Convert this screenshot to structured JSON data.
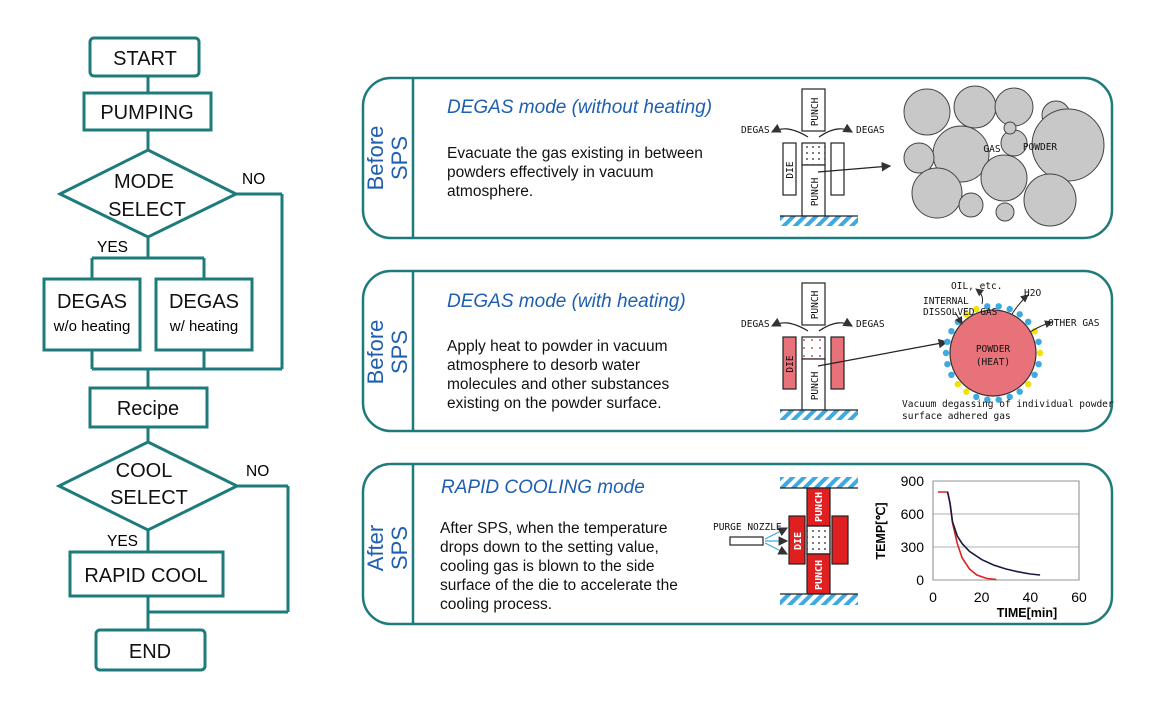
{
  "flowchart": {
    "start": "START",
    "pumping": "PUMPING",
    "mode_select_line1": "MODE",
    "mode_select_line2": "SELECT",
    "no_1": "NO",
    "yes_1": "YES",
    "degas_wo_line1": "DEGAS",
    "degas_wo_line2": "w/o heating",
    "degas_w_line1": "DEGAS",
    "degas_w_line2": "w/ heating",
    "recipe": "Recipe",
    "cool_select_line1": "COOL",
    "cool_select_line2": "SELECT",
    "no_2": "NO",
    "yes_2": "YES",
    "rapid_cool": "RAPID COOL",
    "end": "END"
  },
  "panels": [
    {
      "side_line1": "Before",
      "side_line2": "SPS",
      "title": "DEGAS mode (without heating)",
      "body_lines": [
        "Evacuate the gas existing in between",
        "powders effectively in vacuum",
        "atmosphere."
      ],
      "fig": {
        "punch_top": "PUNCH",
        "punch_bottom": "PUNCH",
        "die": "DIE",
        "degas_left": "DEGAS",
        "degas_right": "DEGAS",
        "gas": "GAS",
        "powder": "POWDER"
      }
    },
    {
      "side_line1": "Before",
      "side_line2": "SPS",
      "title": "DEGAS mode (with heating)",
      "body_lines": [
        "Apply heat to powder in vacuum",
        "atmosphere to desorb water",
        "molecules and other substances",
        "existing on the powder surface."
      ],
      "fig": {
        "punch_top": "PUNCH",
        "punch_bottom": "PUNCH",
        "die": "DIE",
        "degas_left": "DEGAS",
        "degas_right": "DEGAS",
        "internal_line1": "INTERNAL",
        "internal_line2": "DISSOLVED GAS",
        "oil": "OIL, etc.",
        "h2o": "H2O",
        "other_gas": "OTHER GAS",
        "powder_line1": "POWDER",
        "powder_line2": "(HEAT)",
        "caption_line1": "Vacuum degassing of individual powder",
        "caption_line2": "surface adhered gas"
      }
    },
    {
      "side_line1": "After",
      "side_line2": "SPS",
      "title": "RAPID COOLING mode",
      "body_lines": [
        "After SPS, when the temperature",
        "drops down to the setting value,",
        "cooling gas is blown to the side",
        "surface of the die to accelerate the",
        "cooling process."
      ],
      "fig": {
        "purge_nozzle": "PURGE NOZZLE",
        "punch_top": "PUNCH",
        "punch_bottom": "PUNCH",
        "die": "DIE"
      }
    }
  ],
  "colors": {
    "teal": "#1e7b7b",
    "blue_text": "#1f5fb0",
    "powder_gray": "#c8c8c8",
    "heated_pink": "#e8727a",
    "cool_red": "#e02020",
    "hatch_blue": "#3fa9e0",
    "dot_blue": "#3fa9e0",
    "dot_yellow": "#f2e200"
  },
  "chart_data": {
    "type": "line",
    "title": "",
    "xlabel": "TIME[min]",
    "ylabel": "TEMP[℃]",
    "xlim": [
      0,
      60
    ],
    "ylim": [
      0,
      900
    ],
    "x_ticks": [
      "0",
      "20",
      "40",
      "60"
    ],
    "y_ticks": [
      "0",
      "300",
      "600",
      "900"
    ],
    "grid": "horizontal",
    "series": [
      {
        "color": "#e02020",
        "x": [
          2,
          4,
          6,
          7,
          8,
          10,
          12,
          15,
          18,
          22,
          26
        ],
        "y": [
          800,
          800,
          800,
          700,
          520,
          330,
          200,
          100,
          45,
          15,
          5
        ]
      },
      {
        "color": "#1a1a40",
        "x": [
          6,
          7,
          8,
          10,
          12,
          15,
          20,
          25,
          30,
          35,
          40,
          44
        ],
        "y": [
          800,
          700,
          530,
          400,
          330,
          260,
          185,
          135,
          100,
          75,
          55,
          45
        ]
      }
    ]
  }
}
